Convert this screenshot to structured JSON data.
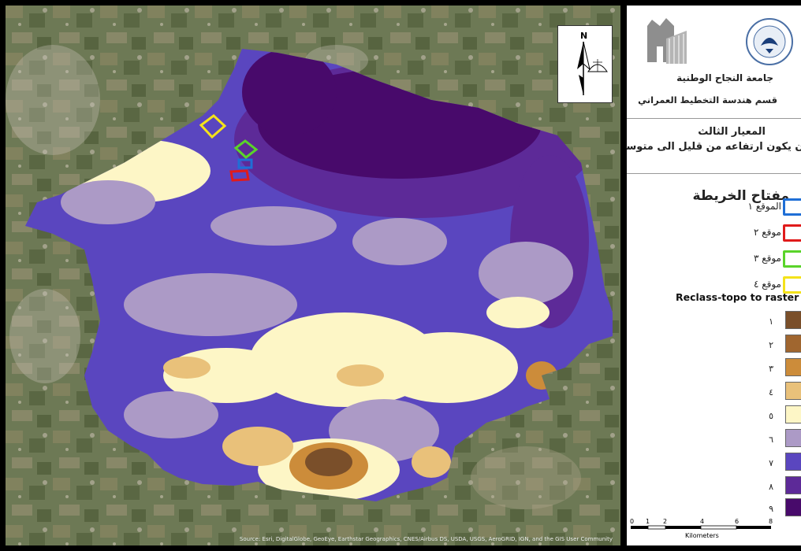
{
  "map": {
    "attribution": "Source: Esri, DigitalGlobe, GeoEye, Earthstar Geographics, CNES/Airbus DS, USDA, USGS, AeroGRID, IGN, and the GIS User Community",
    "north_label": "N"
  },
  "panel": {
    "university": "جامعة النجاح الوطنية",
    "department": "قسم هندسة التخطيط العمراني",
    "criterion_title": "المعيار الثالث",
    "criterion_desc": "ان يكون ارتفاعه من قليل الى متوسط",
    "legend_title": "مفتاح الخريطة",
    "sites": [
      {
        "label": "الموقع ١",
        "color": "#1f6fd6"
      },
      {
        "label": "موقع ٢",
        "color": "#e01b1b"
      },
      {
        "label": "موقع ٣",
        "color": "#5ad42a"
      },
      {
        "label": "موقع ٤",
        "color": "#f4e21a"
      }
    ],
    "reclass_title": "Reclass-topo to raster",
    "classes": [
      {
        "label": "١",
        "color": "#7a4f2a"
      },
      {
        "label": "٢",
        "color": "#a0662f"
      },
      {
        "label": "٣",
        "color": "#cc8c3a"
      },
      {
        "label": "٤",
        "color": "#e9c17a"
      },
      {
        "label": "٥",
        "color": "#fdf6c6"
      },
      {
        "label": "٦",
        "color": "#ac9ac6"
      },
      {
        "label": "٧",
        "color": "#5a46bf"
      },
      {
        "label": "٨",
        "color": "#5d2a98"
      },
      {
        "label": "٩",
        "color": "#480a6b"
      }
    ],
    "scale": {
      "ticks": [
        "0",
        "1",
        "2",
        "4",
        "6",
        "8"
      ],
      "unit": "Kilometers"
    }
  }
}
